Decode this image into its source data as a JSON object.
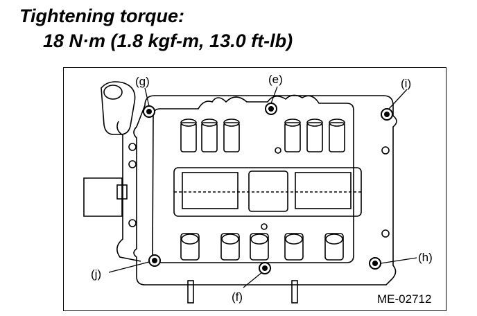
{
  "heading": {
    "title": "Tightening torque:",
    "value": "18 N·m (1.8 kgf-m, 13.0 ft-lb)"
  },
  "figure": {
    "bolt_labels": [
      "(g)",
      "(e)",
      "(i)",
      "(j)",
      "(f)",
      "(h)"
    ],
    "figure_code": "ME-02712"
  }
}
